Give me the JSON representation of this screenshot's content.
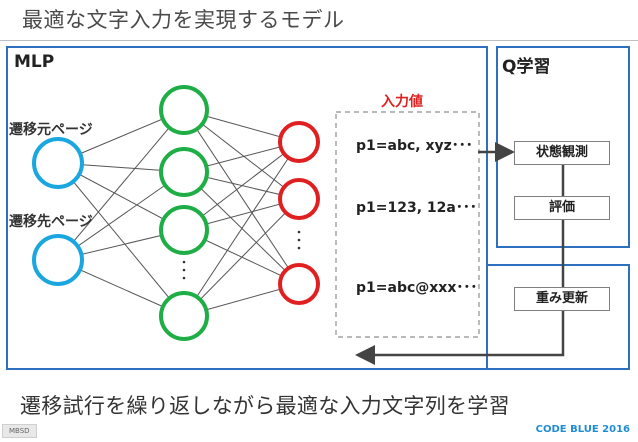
{
  "title": "最適な文字入力を実現するモデル",
  "panels": {
    "mlp": "MLP",
    "q": "Q学習"
  },
  "inputs": [
    "遷移元ページ",
    "遷移先ページ"
  ],
  "input_values_title": "入力値",
  "outputs": [
    "p1=abc, xyz･･･",
    "p1=123, 12a･･･",
    "p1=abc@xxx･･･"
  ],
  "q_boxes": {
    "observe": "状態観測",
    "evaluate": "評価",
    "update": "重み更新"
  },
  "bottom_text": "遷移試行を繰り返しながら最適な入力文字列を学習",
  "footer": {
    "logo": "MBSD",
    "right": "CODE BLUE 2016"
  },
  "colors": {
    "input": "#1aa7e0",
    "hidden": "#1fae45",
    "output": "#e02020",
    "frame": "#2f6fbf"
  }
}
